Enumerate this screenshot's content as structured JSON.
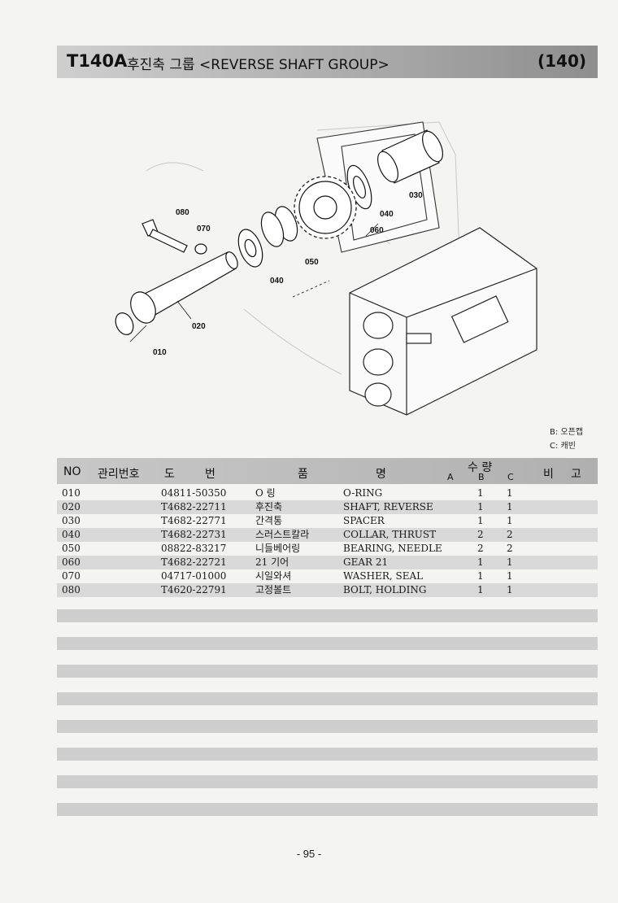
{
  "header": {
    "model": "T140A",
    "title": "후진축 그룹 <REVERSE SHAFT GROUP>",
    "group_code": "(140)"
  },
  "diagram": {
    "callouts": [
      "010",
      "020",
      "030",
      "040",
      "040",
      "050",
      "060",
      "070",
      "080"
    ]
  },
  "legend": {
    "b": "B: 오픈캡",
    "c": "C: 캐빈"
  },
  "table": {
    "headers": {
      "no": "NO",
      "mgmt": "관리번호",
      "drawing_a": "도",
      "drawing_b": "번",
      "name_a": "품",
      "name_b": "명",
      "qty": "수 량",
      "qty_a": "A",
      "qty_b": "B",
      "qty_c": "C",
      "remark_a": "비",
      "remark_b": "고"
    },
    "rows": [
      {
        "no": "010",
        "part": "04811-50350",
        "kr": "O 링",
        "en": "O-RING",
        "b": "1",
        "c": "1"
      },
      {
        "no": "020",
        "part": "T4682-22711",
        "kr": "후진축",
        "en": "SHAFT, REVERSE",
        "b": "1",
        "c": "1"
      },
      {
        "no": "030",
        "part": "T4682-22771",
        "kr": "간격통",
        "en": "SPACER",
        "b": "1",
        "c": "1"
      },
      {
        "no": "040",
        "part": "T4682-22731",
        "kr": "스러스트칼라",
        "en": "COLLAR, THRUST",
        "b": "2",
        "c": "2"
      },
      {
        "no": "050",
        "part": "08822-83217",
        "kr": "니들베어링",
        "en": "BEARING, NEEDLE",
        "b": "2",
        "c": "2"
      },
      {
        "no": "060",
        "part": "T4682-22721",
        "kr": "21 기어",
        "en": "GEAR 21",
        "b": "1",
        "c": "1"
      },
      {
        "no": "070",
        "part": "04717-01000",
        "kr": "시일와셔",
        "en": "WASHER, SEAL",
        "b": "1",
        "c": "1"
      },
      {
        "no": "080",
        "part": "T4620-22791",
        "kr": "고정볼트",
        "en": "BOLT, HOLDING",
        "b": "1",
        "c": "1"
      }
    ]
  },
  "footer": {
    "page": "- 95 -"
  }
}
